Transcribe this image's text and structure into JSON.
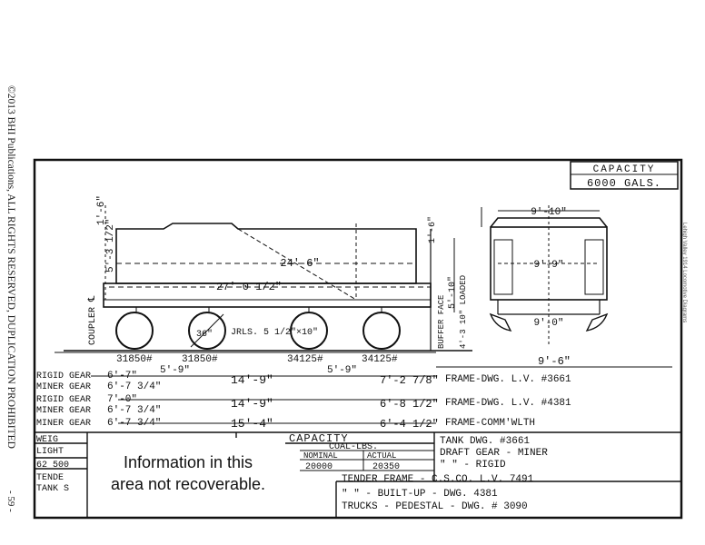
{
  "margin": {
    "copyright": "©2013 BHI Publications, ALL RIGHTS RESERVED, DUPLICATION PROHIBITED",
    "page_number": "- 59 -",
    "side_note": "Lehigh Valley   1914 Locomotive Diagrams"
  },
  "capacity_box": {
    "label": "CAPACITY",
    "value": "6000 GALS."
  },
  "elevation": {
    "dims": {
      "top_height": "1'-6\"",
      "coupler_height": "5'-3 1/2\"",
      "tank_length": "24'-6\"",
      "frame_length": "27'-0 1/2\"",
      "rear_height": "1'-6\"",
      "buffer_height": "5'-10\"",
      "loaded_height": "4'-3 10\" LOADED",
      "journals": "JRLS. 5 1/2\"×10\"",
      "wheel_dia": "36\""
    },
    "labels": {
      "coupler": "COUPLER ℄",
      "buffer": "BUFFER FACE",
      "loaded": "LOADED"
    },
    "loads": [
      "31850#",
      "31850#",
      "34125#",
      "34125#"
    ],
    "spacing": [
      "5'-9\"",
      "5'-9\""
    ]
  },
  "end_view": {
    "top_width": "9'-10\"",
    "inner_width": "9'-9\"",
    "bottom_width": "9'-0\""
  },
  "overall_width": "9'-6\"",
  "frames": [
    {
      "a": "RIGID GEAR",
      "a_dim": "6'-7\"",
      "b": "MINER GEAR",
      "b_dim": "6'-7 3/4\"",
      "mid": "14'-9\"",
      "end": "7'-2 7/8\"",
      "ref": "FRAME-DWG. L.V. #3661"
    },
    {
      "a": "RIGID GEAR",
      "a_dim": "7'-0\"",
      "b": "MINER GEAR",
      "b_dim": "6'-7 3/4\"",
      "mid": "14'-9\"",
      "end": "6'-8 1/2\"",
      "ref": "FRAME-DWG. L.V. #4381"
    },
    {
      "a": "MINER GEAR",
      "a_dim": "6'-7 3/4\"",
      "b": "",
      "b_dim": "",
      "mid": "15'-4\"",
      "end": "6'-4 1/2\"",
      "ref": "FRAME-COMM'WLTH"
    }
  ],
  "table": {
    "header": "CAPACITY",
    "coal": "COAL-LBS.",
    "nominal": "NOMINAL",
    "actual": "ACTUAL",
    "nominal_val": "20000",
    "actual_val": "20350",
    "left_rows": [
      "WEIG",
      "LIGHT",
      "62 500",
      "TENDE",
      "TANK S"
    ],
    "notes": [
      "TANK DWG. #3661",
      "DRAFT GEAR - MINER",
      "\"       \"   - RIGID",
      "TENDER FRAME - C.S.CO. L.V. 7491",
      "\"        \"   - BUILT-UP - DWG. 4381",
      "TRUCKS - PEDESTAL - DWG. # 3090"
    ]
  },
  "notice": {
    "line1": "Information in this",
    "line2": "area not recoverable."
  }
}
